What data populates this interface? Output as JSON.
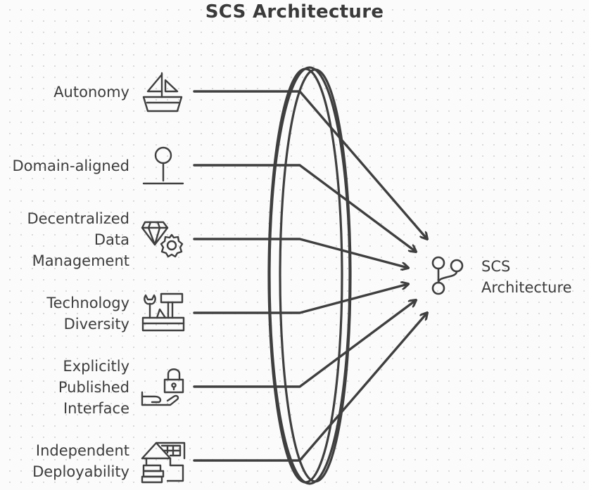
{
  "title": "SCS Architecture",
  "inputs": [
    {
      "lines": [
        "Autonomy"
      ],
      "icon": "sailboat-icon"
    },
    {
      "lines": [
        "Domain-aligned"
      ],
      "icon": "map-pin-icon"
    },
    {
      "lines": [
        "Decentralized",
        "Data",
        "Management"
      ],
      "icon": "gem-gear-icon"
    },
    {
      "lines": [
        "Technology",
        "Diversity"
      ],
      "icon": "toolbox-icon"
    },
    {
      "lines": [
        "Explicitly",
        "Published",
        "Interface"
      ],
      "icon": "lock-hand-icon"
    },
    {
      "lines": [
        "Independent",
        "Deployability"
      ],
      "icon": "house-solar-icon"
    }
  ],
  "output": {
    "lines": [
      "SCS",
      "Architecture"
    ],
    "icon": "git-branch-icon"
  },
  "colors": {
    "stroke": "#3f3f3f",
    "text": "#3d3d3d",
    "background": "#fbfbfb"
  }
}
